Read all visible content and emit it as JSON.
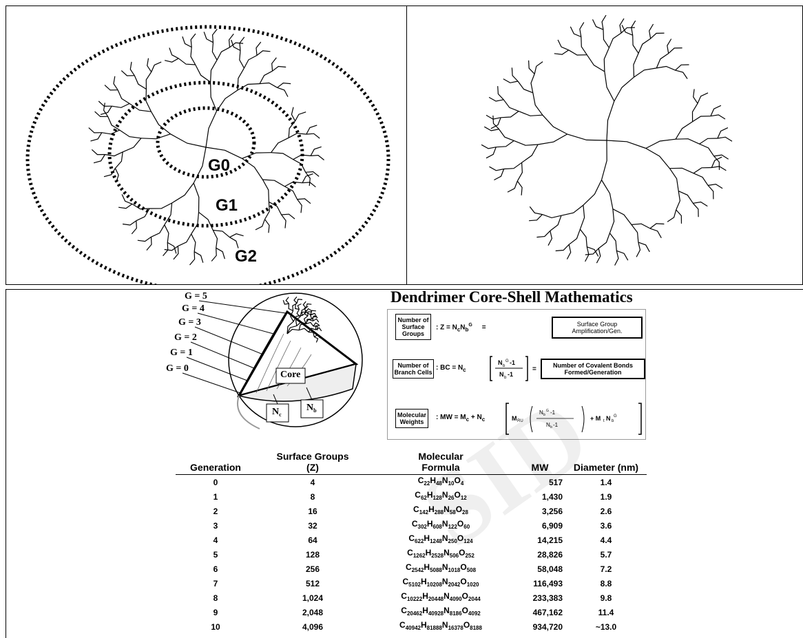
{
  "left_panel": {
    "labels": [
      "G0",
      "G1",
      "G2"
    ]
  },
  "math": {
    "title": "Dendrimer Core-Shell Mathematics",
    "equations": [
      {
        "name": "Number of Surface Groups",
        "formula": ": Z = NₑN♭ᴳ",
        "result": "Surface Group Amplification/Gen."
      },
      {
        "name": "Number of Branch Cells",
        "formula": ": BC = Nₑ [ (N♭ᴳ-1) / (N♭-1) ]",
        "result": "Number of Covalent Bonds Formed/Generation"
      },
      {
        "name": "Molecular Weights",
        "formula": ": MW = Mₑ + Nₑ [ Mᵣᵤ ( (N♭ᴳ-1)/(N♭-1) ) + MₜN♭ᴳ ]",
        "result": ""
      }
    ],
    "eq_text": {
      "z": ": Z = N",
      "bc": ": BC = N",
      "mw": ": MW = M",
      "plus_nc": "+ N"
    },
    "diagram_labels": {
      "g_levels": [
        "G = 5",
        "G = 4",
        "G = 3",
        "G = 2",
        "G = 1",
        "G = 0"
      ],
      "core": "Core",
      "nc": "N",
      "nc_sub": "c",
      "nb": "N",
      "nb_sub": "b"
    }
  },
  "table": {
    "headers": [
      "Generation",
      "Surface Groups\n(Z)",
      "Molecular\nFormula",
      "MW",
      "Diameter (nm)"
    ],
    "rows": [
      {
        "gen": "0",
        "z": "4",
        "f": [
          [
            "C",
            "22"
          ],
          [
            "H",
            "48"
          ],
          [
            "N",
            "10"
          ],
          [
            "O",
            "4"
          ]
        ],
        "mw": "517",
        "d": "1.4"
      },
      {
        "gen": "1",
        "z": "8",
        "f": [
          [
            "C",
            "62"
          ],
          [
            "H",
            "128"
          ],
          [
            "N",
            "26"
          ],
          [
            "O",
            "12"
          ]
        ],
        "mw": "1,430",
        "d": "1.9"
      },
      {
        "gen": "2",
        "z": "16",
        "f": [
          [
            "C",
            "142"
          ],
          [
            "H",
            "288"
          ],
          [
            "N",
            "58"
          ],
          [
            "O",
            "28"
          ]
        ],
        "mw": "3,256",
        "d": "2.6"
      },
      {
        "gen": "3",
        "z": "32",
        "f": [
          [
            "C",
            "302"
          ],
          [
            "H",
            "608"
          ],
          [
            "N",
            "122"
          ],
          [
            "O",
            "60"
          ]
        ],
        "mw": "6,909",
        "d": "3.6"
      },
      {
        "gen": "4",
        "z": "64",
        "f": [
          [
            "C",
            "622"
          ],
          [
            "H",
            "1248"
          ],
          [
            "N",
            "250"
          ],
          [
            "O",
            "124"
          ]
        ],
        "mw": "14,215",
        "d": "4.4"
      },
      {
        "gen": "5",
        "z": "128",
        "f": [
          [
            "C",
            "1262"
          ],
          [
            "H",
            "2528"
          ],
          [
            "N",
            "506"
          ],
          [
            "O",
            "252"
          ]
        ],
        "mw": "28,826",
        "d": "5.7"
      },
      {
        "gen": "6",
        "z": "256",
        "f": [
          [
            "C",
            "2542"
          ],
          [
            "H",
            "5088"
          ],
          [
            "N",
            "1018"
          ],
          [
            "O",
            "508"
          ]
        ],
        "mw": "58,048",
        "d": "7.2"
      },
      {
        "gen": "7",
        "z": "512",
        "f": [
          [
            "C",
            "5102"
          ],
          [
            "H",
            "10208"
          ],
          [
            "N",
            "2042"
          ],
          [
            "O",
            "1020"
          ]
        ],
        "mw": "116,493",
        "d": "8.8"
      },
      {
        "gen": "8",
        "z": "1,024",
        "f": [
          [
            "C",
            "10222"
          ],
          [
            "H",
            "20448"
          ],
          [
            "N",
            "4090"
          ],
          [
            "O",
            "2044"
          ]
        ],
        "mw": "233,383",
        "d": "9.8"
      },
      {
        "gen": "9",
        "z": "2,048",
        "f": [
          [
            "C",
            "20462"
          ],
          [
            "H",
            "40928"
          ],
          [
            "N",
            "8186"
          ],
          [
            "O",
            "4092"
          ]
        ],
        "mw": "467,162",
        "d": "11.4"
      },
      {
        "gen": "10",
        "z": "4,096",
        "f": [
          [
            "C",
            "40942"
          ],
          [
            "H",
            "81888"
          ],
          [
            "N",
            "16378"
          ],
          [
            "O",
            "8188"
          ]
        ],
        "mw": "934,720",
        "d": "~13.0"
      }
    ]
  }
}
